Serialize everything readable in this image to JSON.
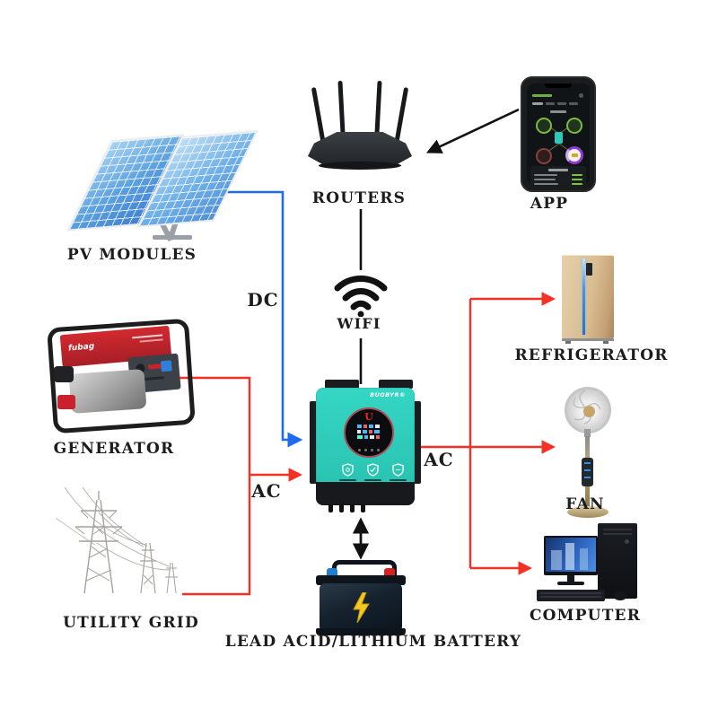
{
  "diagram": {
    "nodes": {
      "pv_modules": {
        "label": "PV MODULES"
      },
      "routers": {
        "label": "ROUTERS"
      },
      "app": {
        "label": "APP"
      },
      "wifi": {
        "label": "WIFI"
      },
      "generator": {
        "label": "GENERATOR",
        "brand": "fubag"
      },
      "utility_grid": {
        "label": "UTILITY GRID"
      },
      "inverter": {
        "brand": "BUGBYR®",
        "logo_letter": "U"
      },
      "battery": {
        "label": "LEAD ACID/LITHIUM BATTERY"
      },
      "refrigerator": {
        "label": "REFRIGERATOR"
      },
      "fan": {
        "label": "FAN"
      },
      "computer": {
        "label": "COMPUTER"
      }
    },
    "edge_labels": {
      "dc": "DC",
      "ac_input": "AC",
      "ac_output": "AC"
    },
    "colors": {
      "dc_line": "#1e6bf1",
      "ac_line": "#f53126",
      "signal_line": "#111111",
      "inverter_body": "#2ec9b8",
      "label_text": "#1c1c1c"
    }
  }
}
